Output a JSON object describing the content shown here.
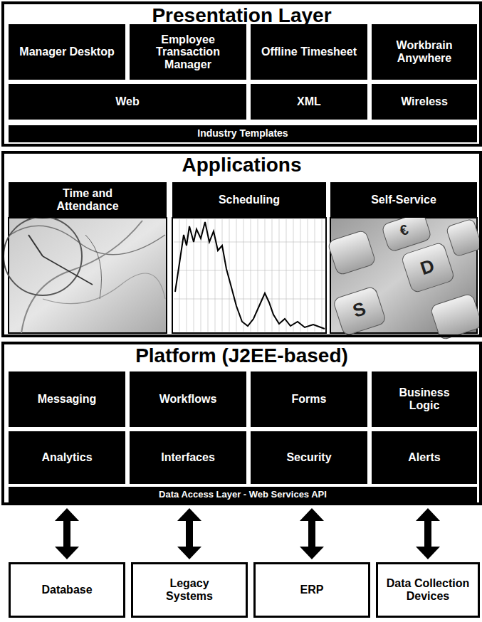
{
  "diagram": {
    "nodes": [
      {
        "text": [
          "Presentation Layer"
        ]
      },
      {
        "text": [
          "Manager Desktop"
        ],
        "in": 0
      },
      {
        "text": [
          "Employee Transaction Manager"
        ],
        "in": 0
      },
      {
        "text": [
          "Offline Timesheet"
        ],
        "in": 0
      },
      {
        "text": [
          "Workbrain Anywhere"
        ],
        "in": 0
      },
      {
        "text": [
          "Web"
        ],
        "in": 0
      },
      {
        "text": [
          "XML"
        ],
        "in": 0
      },
      {
        "text": [
          "Wireless"
        ],
        "in": 0
      },
      {
        "text": [
          "Industry Templates"
        ],
        "in": 0
      },
      {
        "text": [
          "Applications"
        ]
      },
      {
        "text": [
          "Time and Attendance"
        ],
        "in": 9
      },
      {
        "text": [
          "Scheduling"
        ],
        "in": 9
      },
      {
        "text": [
          "Self-Service"
        ],
        "in": 9
      },
      {
        "text": [
          "Platform (J2EE-based)"
        ]
      },
      {
        "text": [
          "Messaging"
        ],
        "in": 13
      },
      {
        "text": [
          "Workflows"
        ],
        "in": 13
      },
      {
        "text": [
          "Forms"
        ],
        "in": 13
      },
      {
        "text": [
          "Business Logic"
        ],
        "in": 13
      },
      {
        "text": [
          "Analytics"
        ],
        "in": 13
      },
      {
        "text": [
          "Interfaces"
        ],
        "in": 13
      },
      {
        "text": [
          "Security"
        ],
        "in": 13
      },
      {
        "text": [
          "Alerts"
        ],
        "in": 13
      },
      {
        "text": [
          "Data Access Layer - Web Services API"
        ],
        "in": 13
      },
      {
        "text": [
          "Database"
        ]
      },
      {
        "text": [
          "Legacy Systems"
        ]
      },
      {
        "text": [
          "ERP"
        ]
      },
      {
        "text": [
          "Data Collection Devices"
        ]
      }
    ],
    "edges": [
      {
        "from": 13,
        "to": 23,
        "arrow": "both"
      },
      {
        "from": 13,
        "to": 24,
        "arrow": "both"
      },
      {
        "from": 13,
        "to": 25,
        "arrow": "both"
      },
      {
        "from": 13,
        "to": 26,
        "arrow": "both"
      }
    ],
    "labels": [
      "S",
      "D",
      "€"
    ]
  }
}
